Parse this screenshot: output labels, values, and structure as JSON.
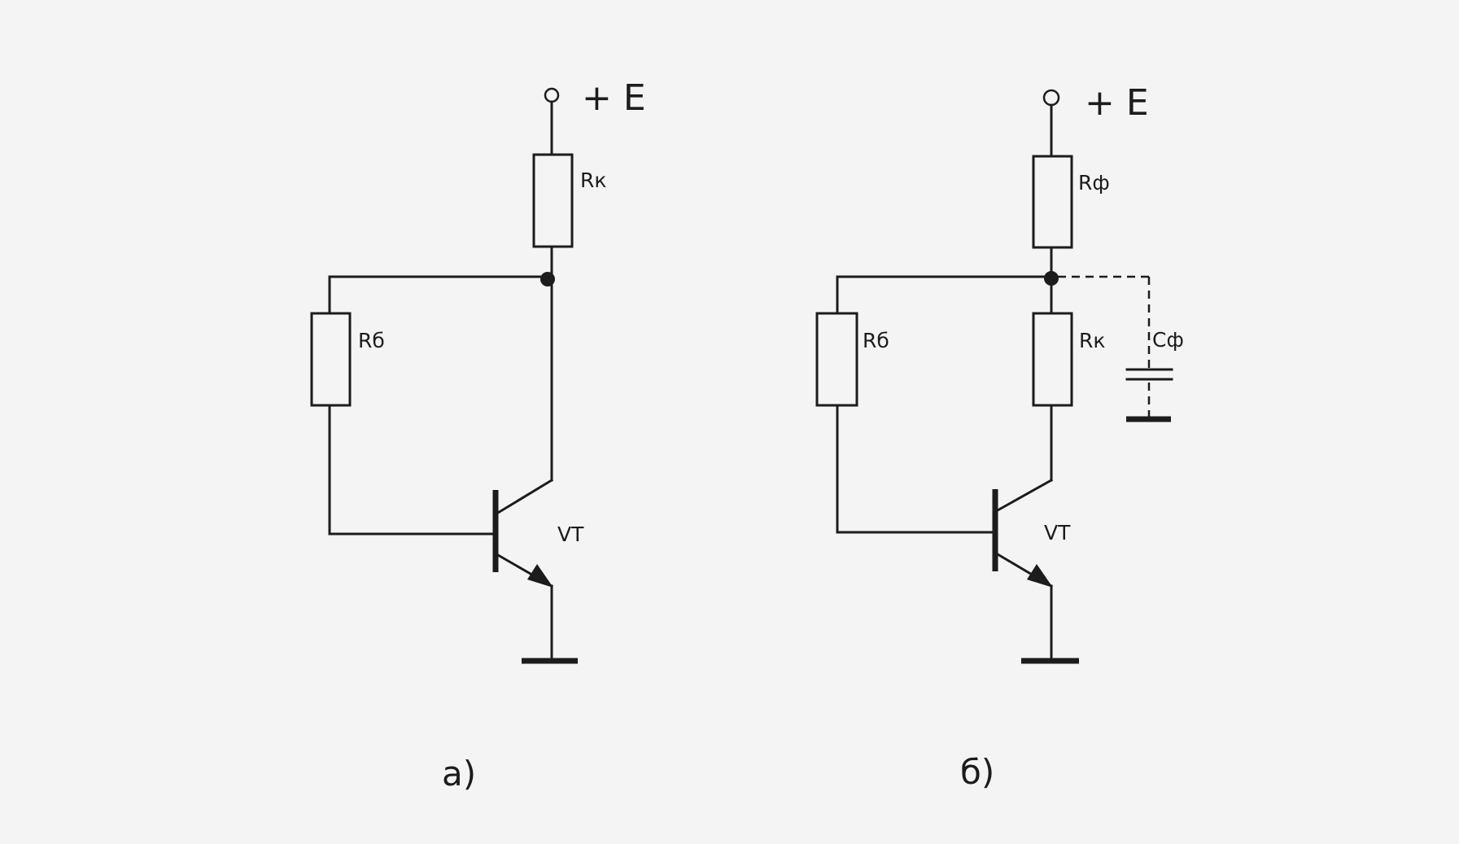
{
  "circuit_a": {
    "supply_label": "+ E",
    "collector_resistor": "Rк",
    "base_resistor": "Rб",
    "transistor": "VT",
    "caption": "а)"
  },
  "circuit_b": {
    "supply_label": "+ E",
    "filter_resistor": "Rф",
    "base_resistor": "Rб",
    "collector_resistor": "Rк",
    "filter_capacitor": "Cф",
    "transistor": "VT",
    "caption": "б)"
  },
  "colors": {
    "ink": "#1c1c1c",
    "paper": "#f4f4f4"
  }
}
